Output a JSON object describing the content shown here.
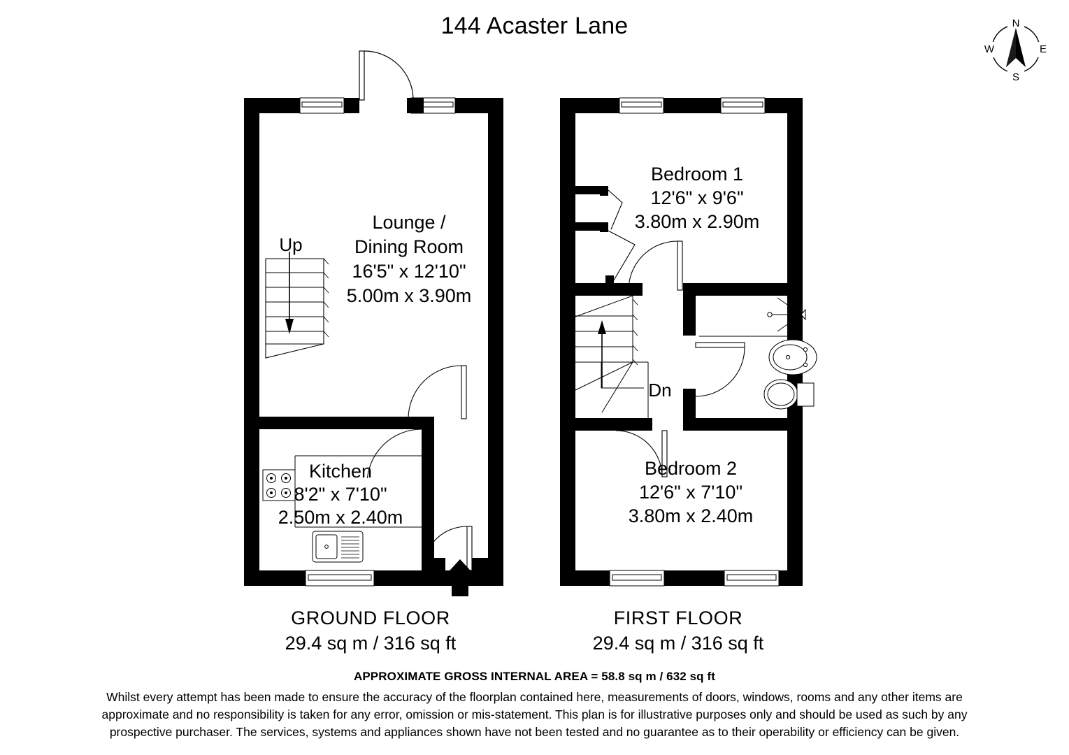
{
  "header": {
    "title": "144 Acaster Lane"
  },
  "compass": {
    "north": "N",
    "east": "E",
    "south": "S",
    "west": "W"
  },
  "floors": [
    {
      "id": "ground",
      "caption_name": "GROUND FLOOR",
      "caption_area": "29.4 sq m / 316 sq ft",
      "rooms": [
        {
          "id": "lounge-dining",
          "name_line1": "Lounge /",
          "name_line2": "Dining Room",
          "dimensions_imperial": "16'5\" x 12'10\"",
          "dimensions_metric": "5.00m x 3.90m"
        },
        {
          "id": "kitchen",
          "name_line1": "Kitchen",
          "name_line2": "",
          "dimensions_imperial": "8'2\" x 7'10\"",
          "dimensions_metric": "2.50m x 2.40m"
        }
      ],
      "stair_label": "Up"
    },
    {
      "id": "first",
      "caption_name": "FIRST FLOOR",
      "caption_area": "29.4 sq m / 316 sq ft",
      "rooms": [
        {
          "id": "bedroom-1",
          "name_line1": "Bedroom 1",
          "name_line2": "",
          "dimensions_imperial": "12'6\" x 9'6\"",
          "dimensions_metric": "3.80m x 2.90m"
        },
        {
          "id": "bedroom-2",
          "name_line1": "Bedroom 2",
          "name_line2": "",
          "dimensions_imperial": "12'6\" x 7'10\"",
          "dimensions_metric": "3.80m x 2.40m"
        }
      ],
      "stair_label": "Dn"
    }
  ],
  "gross_area": "APPROXIMATE GROSS INTERNAL AREA = 58.8 sq m / 632 sq ft",
  "disclaimer": {
    "line1": "Whilst every attempt has been made to ensure the accuracy of the floorplan contained here, measurements of doors, windows, rooms and any other items are",
    "line2": "approximate and no responsibility is taken for any error, omission or mis-statement. This plan is for illustrative purposes only and should be used as such by any",
    "line3": "prospective purchaser. The services, systems and appliances shown have not been tested and no guarantee as to their operability or efficiency can be given."
  },
  "colors": {
    "wall": "#000000",
    "background": "#ffffff",
    "line": "#000000",
    "fixture_line": "#555555"
  },
  "icons": {
    "hob": "hob-icon",
    "sink": "sink-icon",
    "shower": "shower-icon",
    "basin": "basin-icon",
    "toilet": "toilet-icon",
    "entrance_arrow": "entrance-arrow-icon"
  }
}
